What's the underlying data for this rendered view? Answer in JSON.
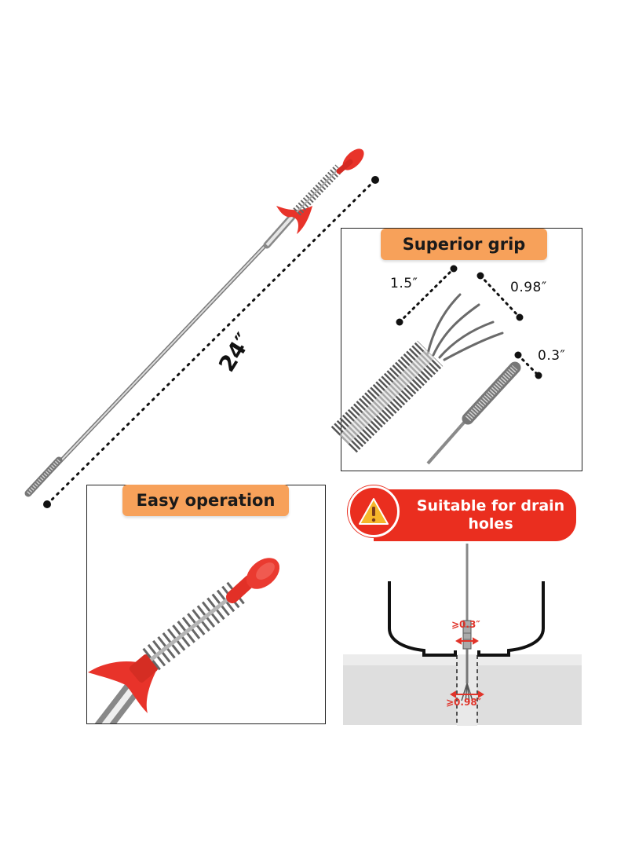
{
  "main_tool": {
    "length_label": "24″"
  },
  "superior_grip": {
    "title": "Superior grip",
    "dim_a": "1.5″",
    "dim_b": "0.98″",
    "dim_c": "0.3″"
  },
  "easy_operation": {
    "title": "Easy operation"
  },
  "drain": {
    "warning_line1": "Suitable for drain",
    "warning_line2": "holes",
    "icon": "warning-icon",
    "min_top": "⩾0.3″",
    "min_bottom": "⩾0.98″"
  },
  "colors": {
    "pill": "#f7a15a",
    "banner": "#ea2e1f",
    "tool_red": "#e8332a"
  }
}
